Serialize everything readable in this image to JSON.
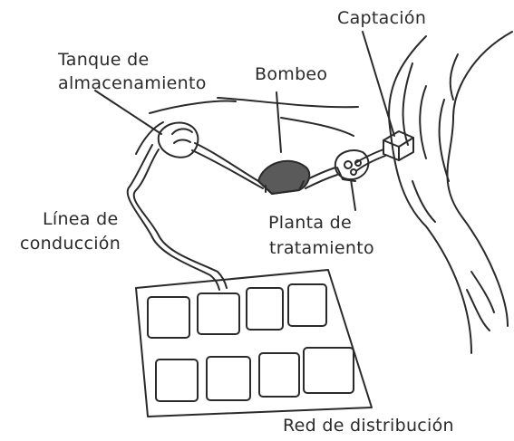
{
  "labels": {
    "captacion": "Captación",
    "tanque_line1": "Tanque de",
    "tanque_line2": "almacenamiento",
    "bombeo": "Bombeo",
    "linea_line1": "Línea de",
    "linea_line2": "conducción",
    "planta_line1": "Planta de",
    "planta_line2": "tratamiento",
    "red": "Red de distribución"
  },
  "colors": {
    "ink": "#2a2a2a",
    "paper": "#ffffff",
    "pump_shade": "#5a5a5a"
  }
}
